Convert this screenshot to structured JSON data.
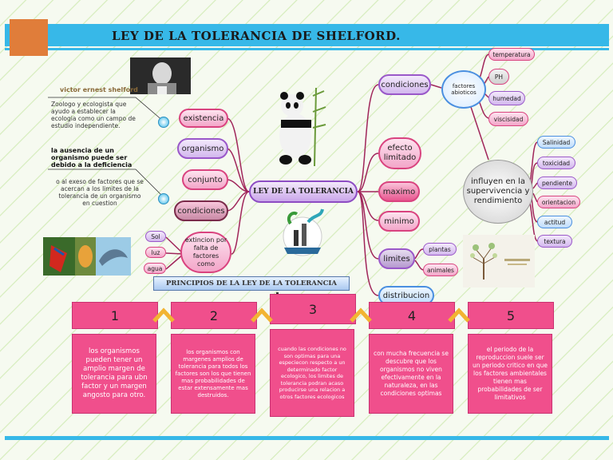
{
  "title": "LEY DE LA TOLERANCIA DE SHELFORD.",
  "center": "LEY DE LA TOLERANCIA",
  "person": {
    "name": "victor ernest shelford",
    "desc": "Zoologo y ecologista que ayudo a establecer la ecologia como un campo de estudio independiente."
  },
  "absence": {
    "heading": "la ausencia de un organismo puede ser debido a la deficiencia",
    "detail": "o al exeso de factores que se acercan a los limites de la tolerancia de un organismo en cuestion"
  },
  "left_nodes": [
    "existencia",
    "organismo",
    "conjunto",
    "condiciones"
  ],
  "extincion": "extincion por falta de factores como",
  "factor_chips": [
    "Sol",
    "luz",
    "agua"
  ],
  "right_nodes": {
    "condiciones": "condiciones",
    "efecto": "efecto limitado",
    "maximo": "maximo",
    "minimo": "minimo",
    "limites": "limites",
    "distribucion": "distribucion"
  },
  "factores_abioticos": "factores abioticos",
  "abiotic_items": [
    "temperatura",
    "PH",
    "humedad",
    "viscisidad"
  ],
  "influyen": "influyen en la supervivencia y rendimiento",
  "influence_items": [
    "Salinidad",
    "toxicidad",
    "pendiente",
    "orientacion",
    "actitud",
    "textura"
  ],
  "limites_items": [
    "plantas",
    "animales"
  ],
  "principios_title": "PRINCIPIOS DE LA LEY DE LA TOLERANCIA",
  "principles": [
    {
      "num": "1",
      "text": "los organismos pueden tener un amplio margen de tolerancia para ubn factor y un margen angosto para otro."
    },
    {
      "num": "2",
      "text": "los organismos con margenes amplios de tolerancia para todos los factores son los que tienen mas probabilidades de estar extensamente mas destruidos."
    },
    {
      "num": "3",
      "text": "cuando las condiciones no son optimas para una especiecon respecto a un determinado factor ecologico, los limites de tolerancia podran acaso producirse una relacion a otros factores ecologicos"
    },
    {
      "num": "4",
      "text": "con mucha frecuencia se descubre que los organismos no viven efectivamente en la naturaleza, en las condiciones optimas"
    },
    {
      "num": "5",
      "text": "el periodo de la reproduccion suele ser un periodo critico en que los factores ambientales tienen mas probabilidades de ser limitativos"
    }
  ],
  "colors": {
    "accent": "#37b8e8",
    "pink": "#f04f8c",
    "orange": "#e07d3a"
  }
}
